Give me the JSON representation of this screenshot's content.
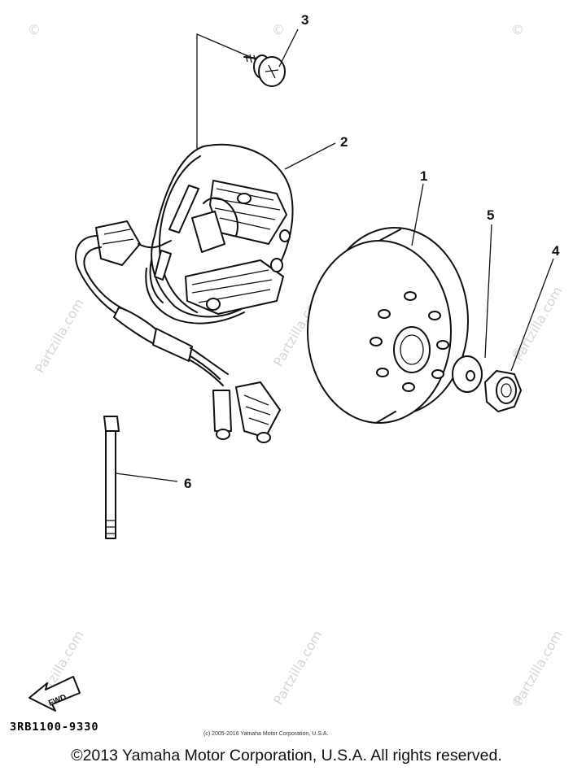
{
  "callouts": [
    {
      "id": "1",
      "label": "1"
    },
    {
      "id": "2",
      "label": "2"
    },
    {
      "id": "3",
      "label": "3"
    },
    {
      "id": "4",
      "label": "4"
    },
    {
      "id": "5",
      "label": "5"
    },
    {
      "id": "6",
      "label": "6"
    }
  ],
  "watermark": {
    "text": "Partzilla.com",
    "symbol": "©"
  },
  "fwd_label": "FWD",
  "diagram_code": "3RB1100-9330",
  "small_copyright": "(c) 2005-2016 Yamaha Motor Corporation, U.S.A.",
  "footer_copyright": "©2013 Yamaha Motor Corporation, U.S.A. All rights reserved."
}
